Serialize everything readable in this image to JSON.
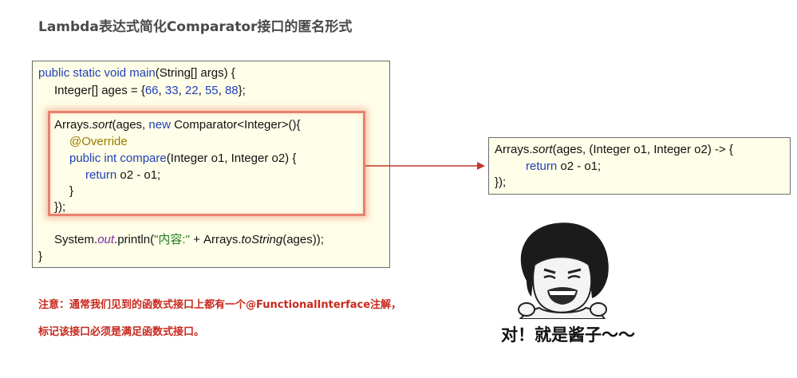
{
  "title": "Lambda表达式简化Comparator接口的匿名形式",
  "left_code": {
    "l1": {
      "kw1": "public static void ",
      "name": "main",
      "rest": "(String[] args) {"
    },
    "l2": {
      "pre": "Integer[] ages = {",
      "n1": "66",
      "c1": ", ",
      "n2": "33",
      "c2": ", ",
      "n3": "22",
      "c3": ", ",
      "n4": "55",
      "c4": ", ",
      "n5": "88",
      "post": "};"
    },
    "l3": {
      "pre": "Arrays.",
      "method": "sort",
      "mid": "(ages, ",
      "kw": "new ",
      "post": "Comparator<Integer>(){"
    },
    "l4": {
      "annotation": "@Override"
    },
    "l5": {
      "kw": "public int ",
      "name": "compare",
      "post": "(Integer o1, Integer o2) {"
    },
    "l6": {
      "kw": "return ",
      "post": "o2 - o1;"
    },
    "l7": "}",
    "l8": "});",
    "l9": {
      "pre": "System.",
      "field": "out",
      "mid": ".println(",
      "str": "\"内容:\"",
      "mid2": " + Arrays.",
      "method": "toString",
      "post": "(ages));"
    },
    "l10": "}"
  },
  "right_code": {
    "l1": {
      "pre": "Arrays.",
      "method": "sort",
      "post": "(ages, (Integer o1, Integer o2) -> {"
    },
    "l2": {
      "kw": "return ",
      "post": "o2 - o1;"
    },
    "l3": "});"
  },
  "notes": {
    "line1": "注意：通常我们见到的函数式接口上都有一个@FunctionalInterface注解，",
    "line2": "标记该接口必须是满足函数式接口。"
  },
  "caption": "对！就是酱子～～",
  "colors": {
    "keyword": "#1f3fb8",
    "annotation": "#9a7a00",
    "string": "#207a20",
    "field": "#7a2aa8",
    "note": "#c8281c",
    "highlight": "#e88070",
    "arrow": "#c0392b",
    "code_bg": "#fffee8"
  }
}
